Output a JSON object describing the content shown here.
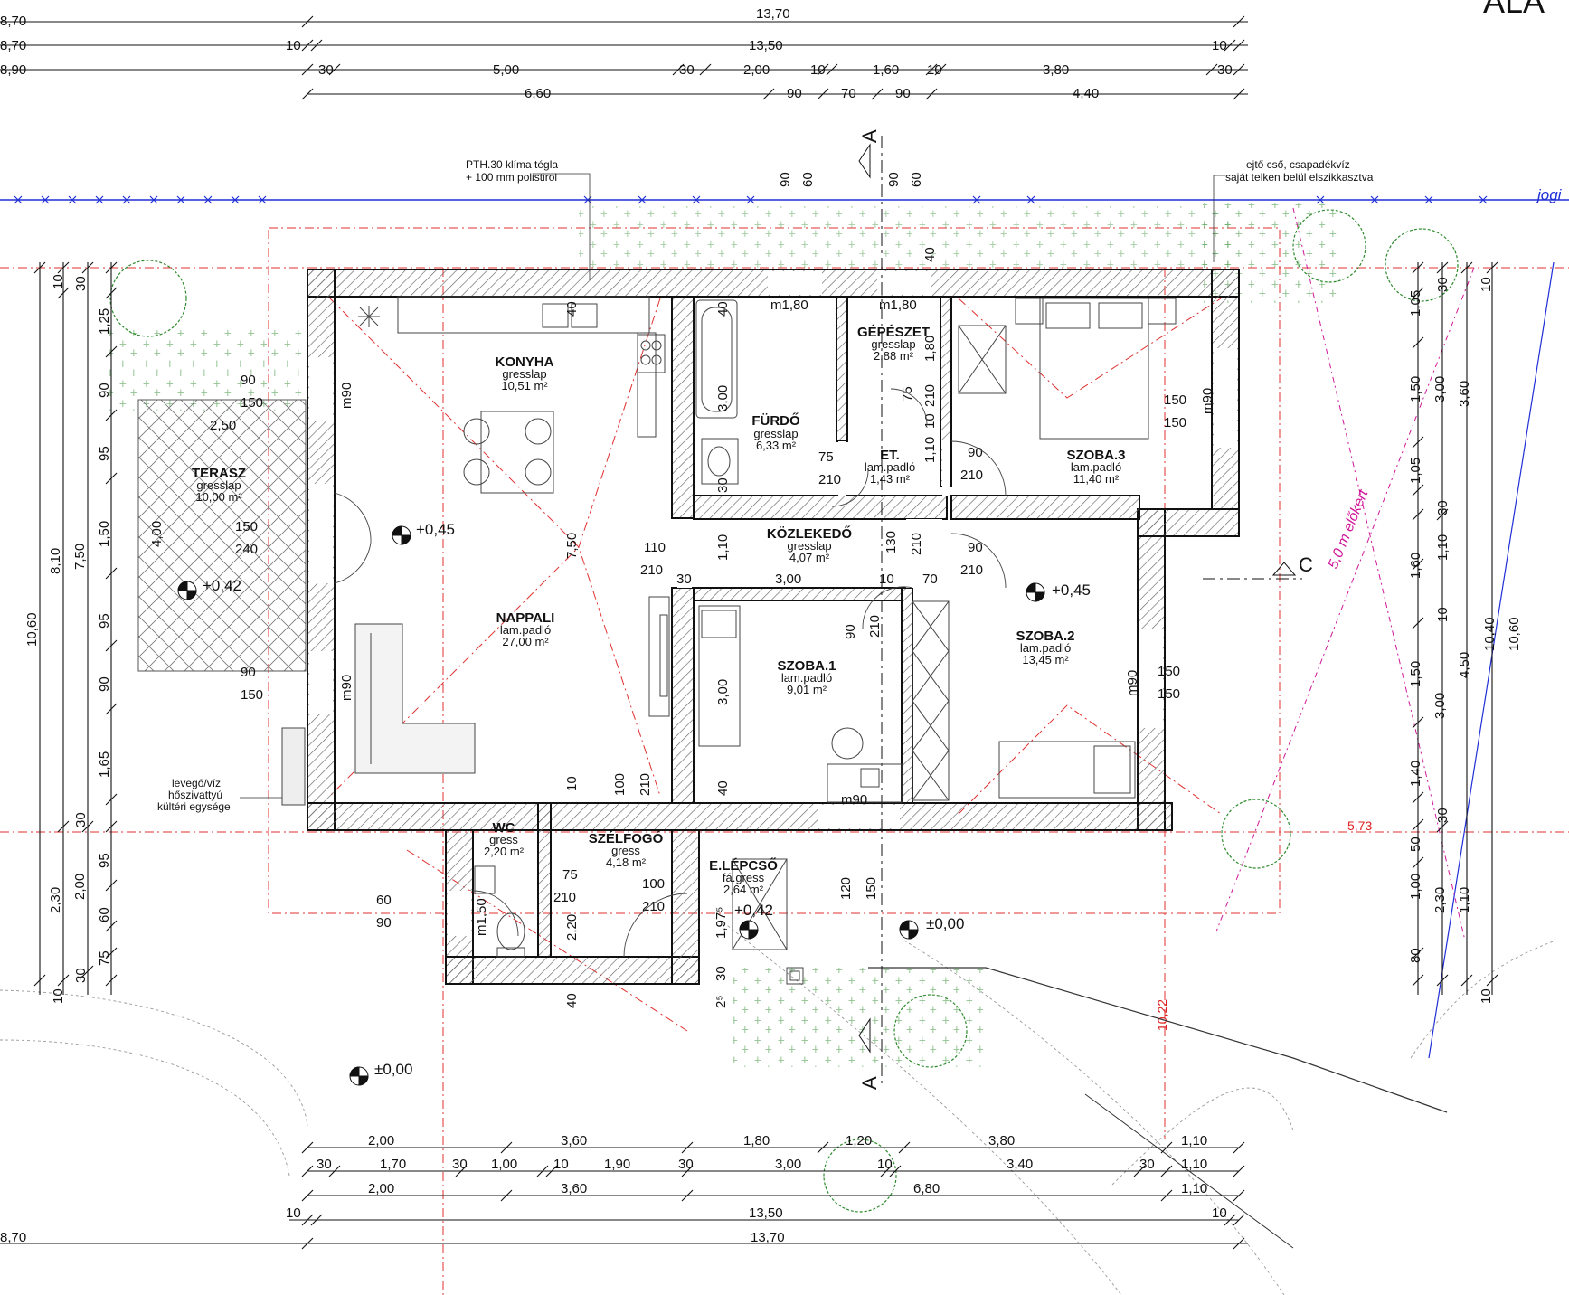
{
  "title": "ALA",
  "top_dims": {
    "row1": {
      "left": "8,70",
      "total": "13,70"
    },
    "row2": {
      "left": "8,70",
      "total": "13,50",
      "end_a": "10",
      "end_b": "10"
    },
    "row3": {
      "left": "8,90",
      "s1": "30",
      "s2": "5,00",
      "s3": "30",
      "s4": "2,00",
      "s5": "10",
      "s6": "1,60",
      "s7": "10",
      "s8": "3,80",
      "s9": "30"
    },
    "row4": {
      "s1": "6,60",
      "s2": "90",
      "s3": "70",
      "s4": "90",
      "s5": "4,40"
    }
  },
  "bottom_dims": {
    "row1": {
      "s1": "2,00",
      "s2": "3,60",
      "s3": "1,80",
      "s4": "1,20",
      "s5": "3,80",
      "s6": "1,10"
    },
    "row2": {
      "s1": "30",
      "s2": "1,70",
      "s3": "30",
      "s4": "1,00",
      "s5": "10",
      "s6": "1,90",
      "s7": "30",
      "s8": "3,00",
      "s9": "10",
      "s10": "3,40",
      "s11": "30",
      "s12": "1,10"
    },
    "row3": {
      "s1": "2,00",
      "s2": "3,60",
      "s3": "6,80",
      "s4": "1,10"
    },
    "row4": {
      "end_a": "10",
      "total": "13,50",
      "end_b": "10"
    },
    "row5": {
      "left": "8,70",
      "total": "13,70"
    }
  },
  "left_dims": {
    "outer1": "10,60",
    "outer2": "8,10",
    "outer3": "2,30",
    "inner": [
      "10",
      "30",
      "1,25",
      "90",
      "95",
      "1,50",
      "95",
      "90",
      "1,65",
      "30",
      "95",
      "60",
      "75",
      "30",
      "10"
    ],
    "mid": [
      "7,50",
      "2,00"
    ]
  },
  "right_dims": {
    "inner": [
      "30",
      "10",
      "1,05",
      "1,50",
      "1,05",
      "30",
      "1,10",
      "1,60",
      "10",
      "1,50",
      "1,40",
      "30",
      "50",
      "1,00",
      "80",
      "10"
    ],
    "mid": [
      "3,00",
      "3,00",
      "2,30",
      "1,10"
    ],
    "mid2": [
      "3,60",
      "4,50",
      "10,40"
    ],
    "outer": [
      "10,60"
    ]
  },
  "rooms": [
    {
      "name": "KONYHA",
      "floor": "gresslap",
      "area": "10,51 m²"
    },
    {
      "name": "FÜRDŐ",
      "floor": "gresslap",
      "area": "6,33 m²"
    },
    {
      "name": "GÉPÉSZET",
      "floor": "gresslap",
      "area": "2,88 m²"
    },
    {
      "name": "SZOBA.3",
      "floor": "lam.padló",
      "area": "11,40 m²"
    },
    {
      "name": "ET.",
      "floor": "lam.padló",
      "area": "1,43 m²"
    },
    {
      "name": "KÖZLEKEDŐ",
      "floor": "gresslap",
      "area": "4,07 m²"
    },
    {
      "name": "TERASZ",
      "floor": "gresslap",
      "area": "10,00 m²"
    },
    {
      "name": "NAPPALI",
      "floor": "lam.padló",
      "area": "27,00 m²"
    },
    {
      "name": "SZOBA.1",
      "floor": "lam.padló",
      "area": "9,01 m²"
    },
    {
      "name": "SZOBA.2",
      "floor": "lam.padló",
      "area": "13,45 m²"
    },
    {
      "name": "WC",
      "floor": "gress",
      "area": "2,20 m²"
    },
    {
      "name": "SZÉLFOGÓ",
      "floor": "gress",
      "area": "4,18 m²"
    },
    {
      "name": "E.LÉPCSŐ",
      "floor": "fá.gress",
      "area": "2,64 m²"
    }
  ],
  "notes": {
    "wall_1": "PTH.30 klíma tégla",
    "wall_2": "+ 100 mm polistirol",
    "rain_1": "ejtő cső, csapadékvíz",
    "rain_2": "saját telken belül elszikkasztva",
    "heatpump_1": "levegő/víz",
    "heatpump_2": "hőszivattyú",
    "heatpump_3": "kültéri egysége",
    "setback": "5,0 m előkert",
    "boundary": "jogi",
    "dist": "5,73",
    "dist2": "10,22"
  },
  "levels": {
    "nappali": "+0,45",
    "terasz": "+0,42",
    "szoba2": "+0,45",
    "lepcso": "+0,42",
    "ground1": "±0,00",
    "ground2": "±0,00"
  },
  "sections": {
    "a_top": "A",
    "a_bottom": "A",
    "c": "C"
  },
  "openings": {
    "m180a": "m1,80",
    "m180b": "m1,80",
    "m90_kon": "m90",
    "m90_nap": "m90",
    "m90_sz3": "m90",
    "m90_sz2": "m90",
    "m90_sz1": "m90",
    "m150": "m1,50",
    "d90_150_a": "90",
    "d150_a": "150",
    "d150_240_a": "150",
    "d240": "240",
    "d90_150_b": "90",
    "d150_b": "150",
    "d2_50": "2,50",
    "d4_00": "4,00",
    "d75_210_f": "75",
    "d210_f": "210",
    "d90_210_sz3": "90",
    "d210_sz3": "210",
    "d110": "110",
    "d210_k": "210",
    "d130": "130",
    "d210_k2": "210",
    "d90_210_sz2": "90",
    "d210_sz2": "210",
    "d90_sz1": "90",
    "d210_sz1": "210",
    "d150_150_sz3a": "150",
    "d150_150_sz3b": "150",
    "d150_150_sz2a": "150",
    "d150_150_sz2b": "150",
    "d75_wc": "75",
    "d210_wc": "210",
    "d100_sz": "100",
    "d210_sz": "210",
    "d60_wc": "60",
    "d90_wc": "90",
    "d100_v": "100",
    "d210_v": "210",
    "d120": "120",
    "d150_e": "150",
    "d90_60_a": "90",
    "d60_a": "60",
    "d90_60_b": "90",
    "d60_b": "60",
    "d3_00_k": "3,00",
    "d10_k": "10",
    "d70_k": "70",
    "d30_k": "30",
    "d3_00_f": "3,00",
    "d3_00_sz1": "3,00",
    "d1_80": "1,80",
    "d75_g": "75",
    "d210_g": "210",
    "d10_g": "10",
    "d1_10": "1,10",
    "d30_f": "30",
    "d40_top": "40",
    "d40_f": "40",
    "d40_g": "40",
    "d1_10_k": "1,10",
    "d7_50": "7,50",
    "d10_bot": "10",
    "d40_bot": "40",
    "d40_bot2": "40",
    "d2_20": "2,20",
    "d1_97": "1,97⁵",
    "d30_e": "30",
    "d2_e": "2⁵"
  }
}
